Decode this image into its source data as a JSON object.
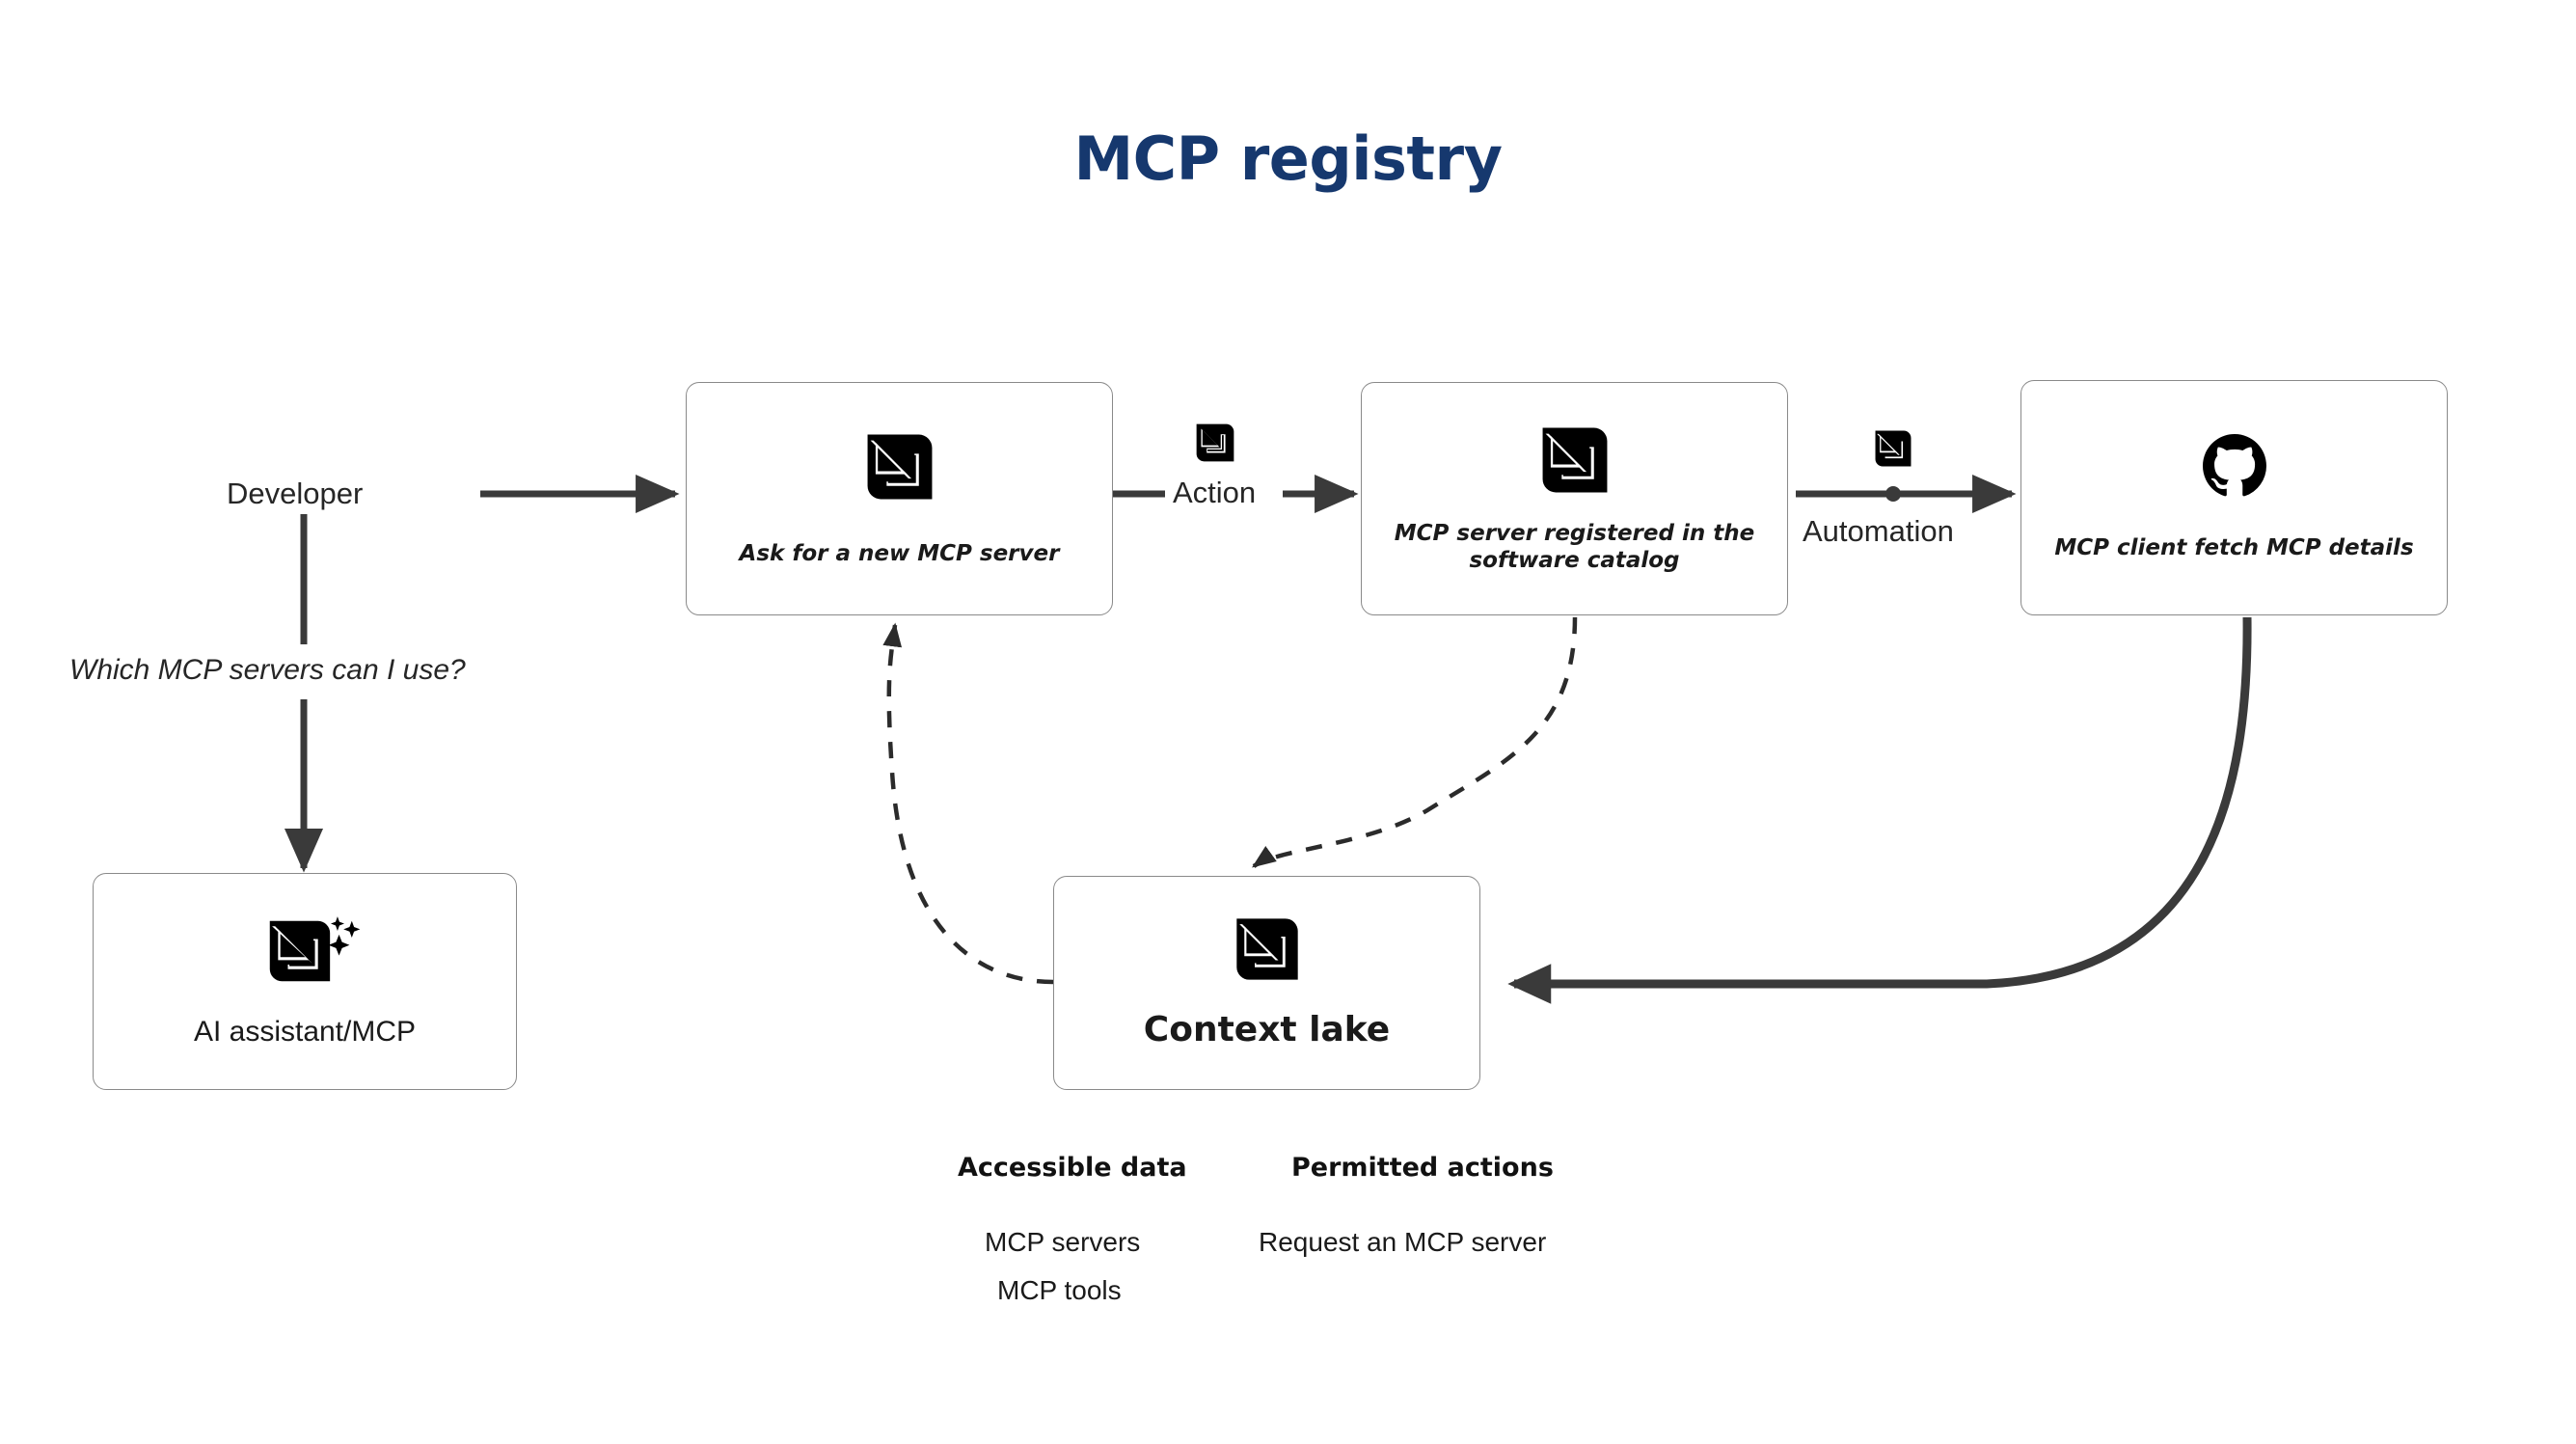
{
  "title": "MCP registry",
  "theme": {
    "title_color": "#16386e",
    "edge_color": "#3a3a3a",
    "box_border": "#8a8a8a",
    "text_color": "#1a1a1a",
    "background": "#ffffff"
  },
  "actors": {
    "developer_label": "Developer",
    "developer_question": "Which MCP servers can I use?"
  },
  "nodes": [
    {
      "id": "ai-assistant",
      "label": "AI assistant/MCP",
      "icon": "mcp-sparkle-icon"
    },
    {
      "id": "ask-new-server",
      "label": "Ask for a new MCP server",
      "icon": "mcp-icon"
    },
    {
      "id": "registered-catalog",
      "label": "MCP server registered in the software catalog",
      "icon": "mcp-icon"
    },
    {
      "id": "mcp-client-fetch",
      "label": "MCP client fetch MCP details",
      "icon": "github-icon"
    },
    {
      "id": "context-lake",
      "label": "Context lake",
      "icon": "mcp-icon"
    }
  ],
  "edges": [
    {
      "id": "developer-to-ask",
      "label": ""
    },
    {
      "id": "developer-to-assistant",
      "label": ""
    },
    {
      "id": "ask-to-registered",
      "label": "Action",
      "icon": "mcp-icon"
    },
    {
      "id": "registered-to-client",
      "label": "Automation",
      "icon": "mcp-icon"
    },
    {
      "id": "client-to-lake",
      "label": ""
    },
    {
      "id": "lake-to-ask",
      "label": ""
    },
    {
      "id": "registered-to-lake",
      "label": ""
    }
  ],
  "legend": {
    "columns": [
      {
        "heading": "Accessible data",
        "items": [
          "MCP servers",
          "MCP tools"
        ]
      },
      {
        "heading": "Permitted actions",
        "items": [
          "Request an MCP server"
        ]
      }
    ]
  }
}
